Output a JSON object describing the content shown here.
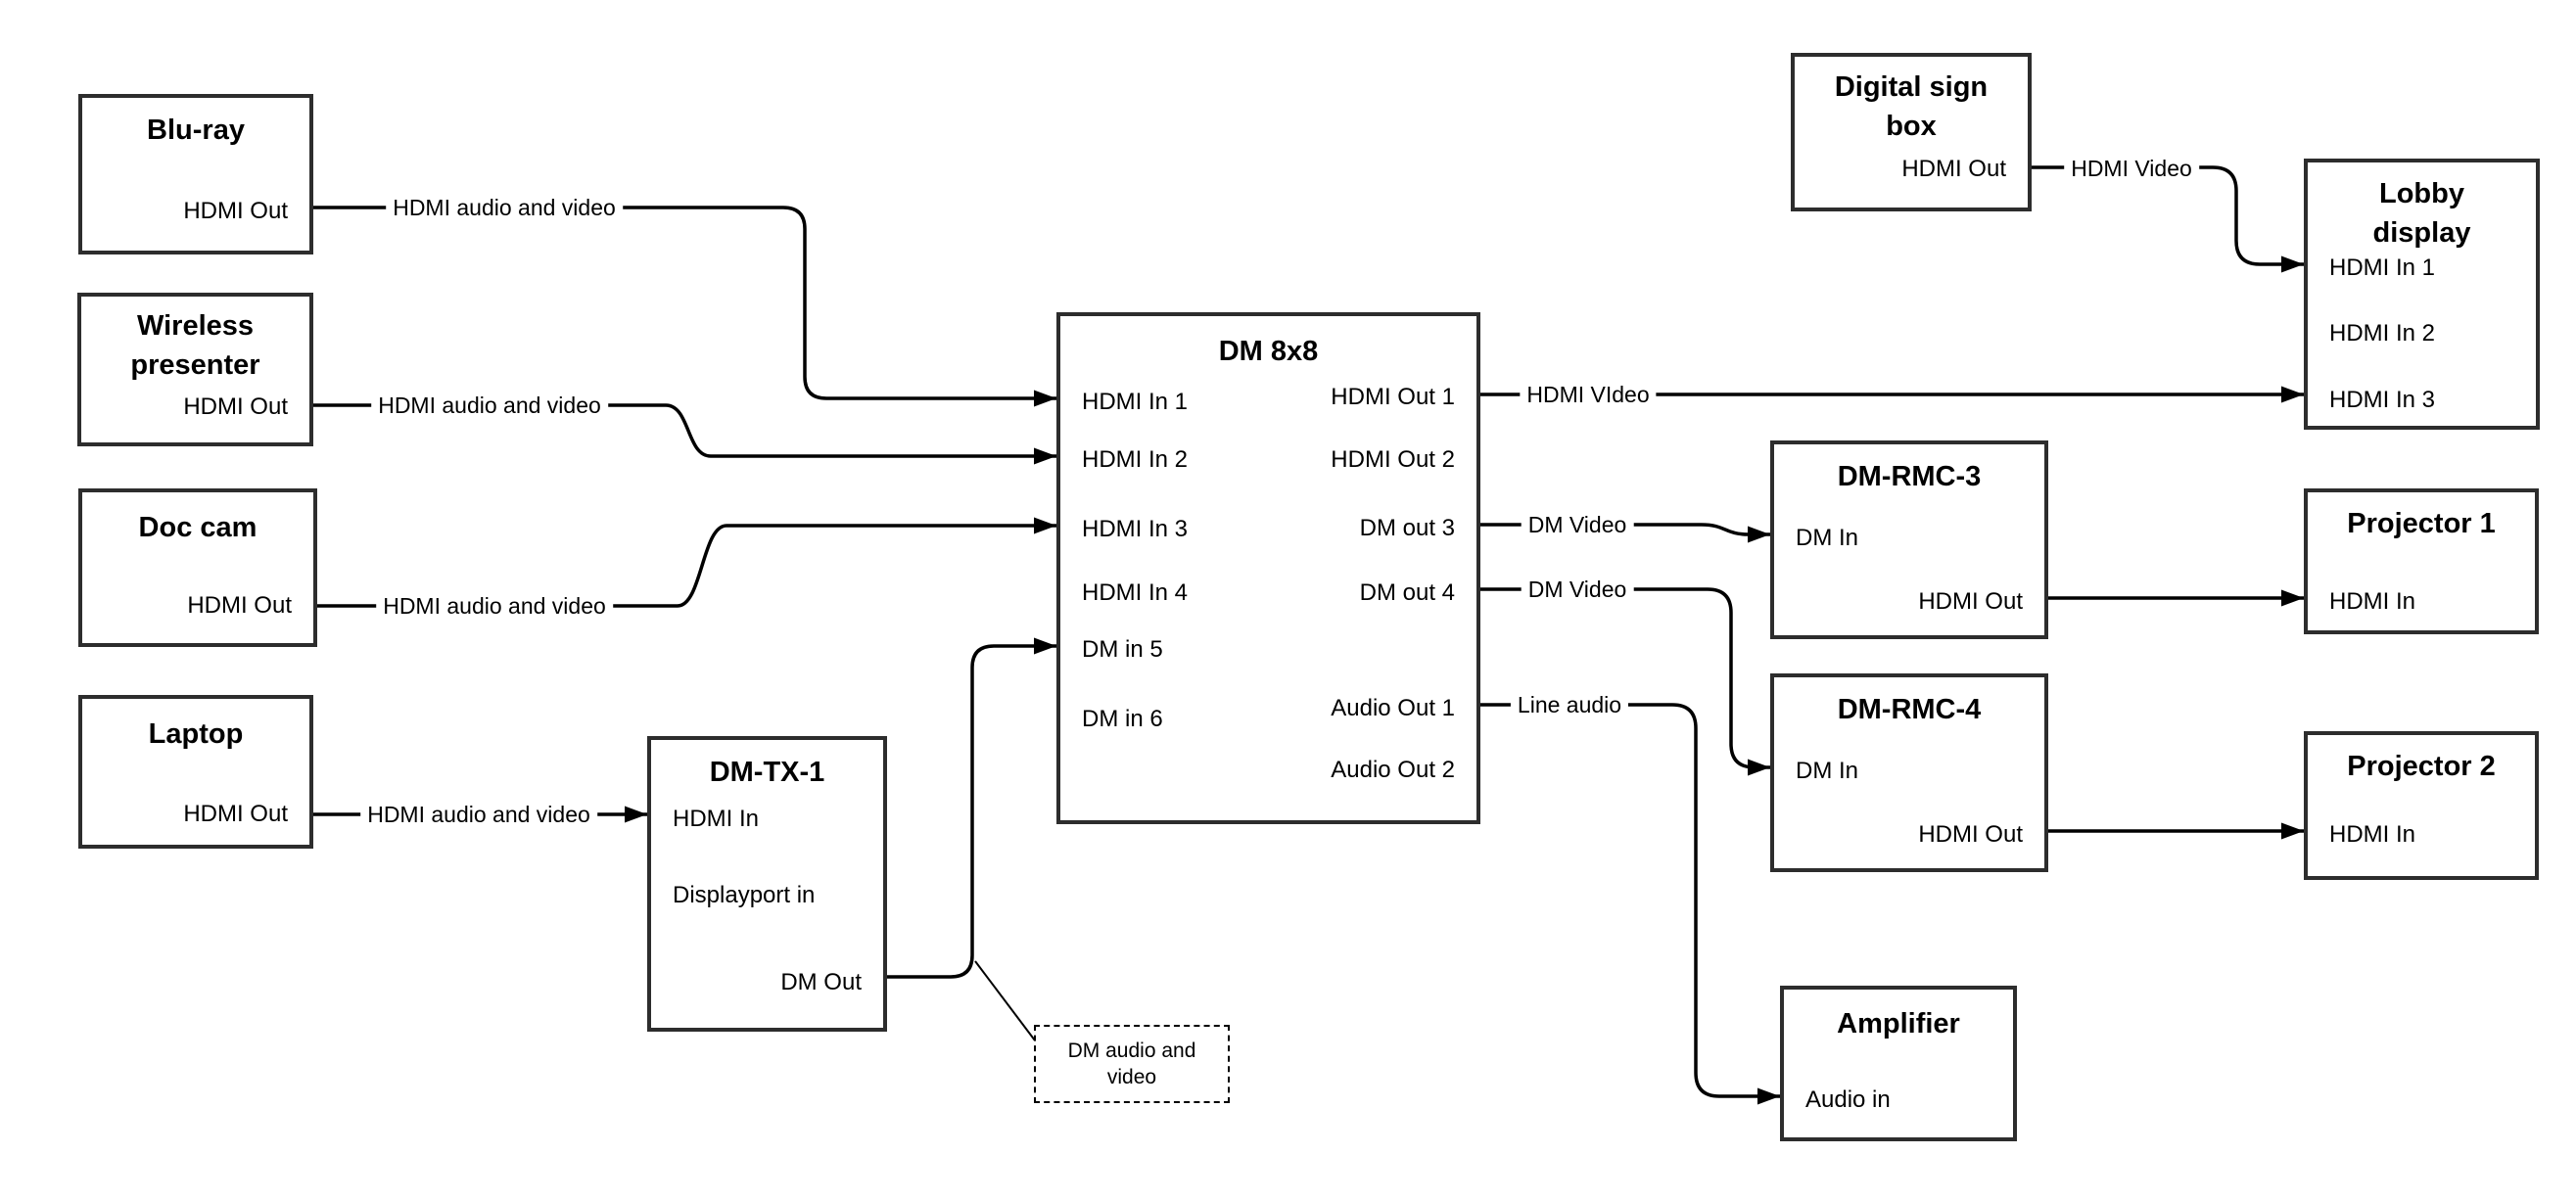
{
  "diagram": {
    "colors": {
      "stroke": "#000000",
      "box_border": "#2d2d2d",
      "background": "#ffffff"
    },
    "boxes": {
      "bluray": {
        "title": "Blu-ray",
        "port_hdmi_out": "HDMI Out"
      },
      "wireless": {
        "title_line1": "Wireless",
        "title_line2": "presenter",
        "port_hdmi_out": "HDMI Out"
      },
      "doccam": {
        "title": "Doc cam",
        "port_hdmi_out": "HDMI Out"
      },
      "laptop": {
        "title": "Laptop",
        "port_hdmi_out": "HDMI Out"
      },
      "dmtx1": {
        "title": "DM-TX-1",
        "port_hdmi_in": "HDMI In",
        "port_displayport_in": "Displayport in",
        "port_dm_out": "DM Out"
      },
      "dm8x8": {
        "title": "DM 8x8",
        "port_hdmi_in_1": "HDMI In 1",
        "port_hdmi_in_2": "HDMI In 2",
        "port_hdmi_in_3": "HDMI In 3",
        "port_hdmi_in_4": "HDMI In 4",
        "port_dm_in_5": "DM in 5",
        "port_dm_in_6": "DM in 6",
        "port_hdmi_out_1": "HDMI Out 1",
        "port_hdmi_out_2": "HDMI Out 2",
        "port_dm_out_3": "DM out 3",
        "port_dm_out_4": "DM out 4",
        "port_audio_out_1": "Audio Out 1",
        "port_audio_out_2": "Audio Out 2"
      },
      "digital_sign": {
        "title_line1": "Digital sign",
        "title_line2": "box",
        "port_hdmi_out": "HDMI Out"
      },
      "lobby": {
        "title_line1": "Lobby",
        "title_line2": "display",
        "port_hdmi_in_1": "HDMI In 1",
        "port_hdmi_in_2": "HDMI In 2",
        "port_hdmi_in_3": "HDMI In 3"
      },
      "dmrmc3": {
        "title": "DM-RMC-3",
        "port_dm_in": "DM In",
        "port_hdmi_out": "HDMI Out"
      },
      "projector1": {
        "title": "Projector 1",
        "port_hdmi_in": "HDMI In"
      },
      "dmrmc4": {
        "title": "DM-RMC-4",
        "port_dm_in": "DM In",
        "port_hdmi_out": "HDMI Out"
      },
      "projector2": {
        "title": "Projector 2",
        "port_hdmi_in": "HDMI In"
      },
      "amplifier": {
        "title": "Amplifier",
        "port_audio_in": "Audio in"
      }
    },
    "labels": {
      "bluray_line": "HDMI audio and video",
      "wireless_line": "HDMI audio and video",
      "doccam_line": "HDMI audio and video",
      "laptop_line": "HDMI audio and video",
      "hdmi_out_1_line": "HDMI VIdeo",
      "dm_out_3_line": "DM Video",
      "dm_out_4_line": "DM Video",
      "audio_out_1_line": "Line audio",
      "digital_sign_line": "HDMI Video"
    },
    "note": {
      "line1": "DM audio and",
      "line2": "video"
    }
  }
}
